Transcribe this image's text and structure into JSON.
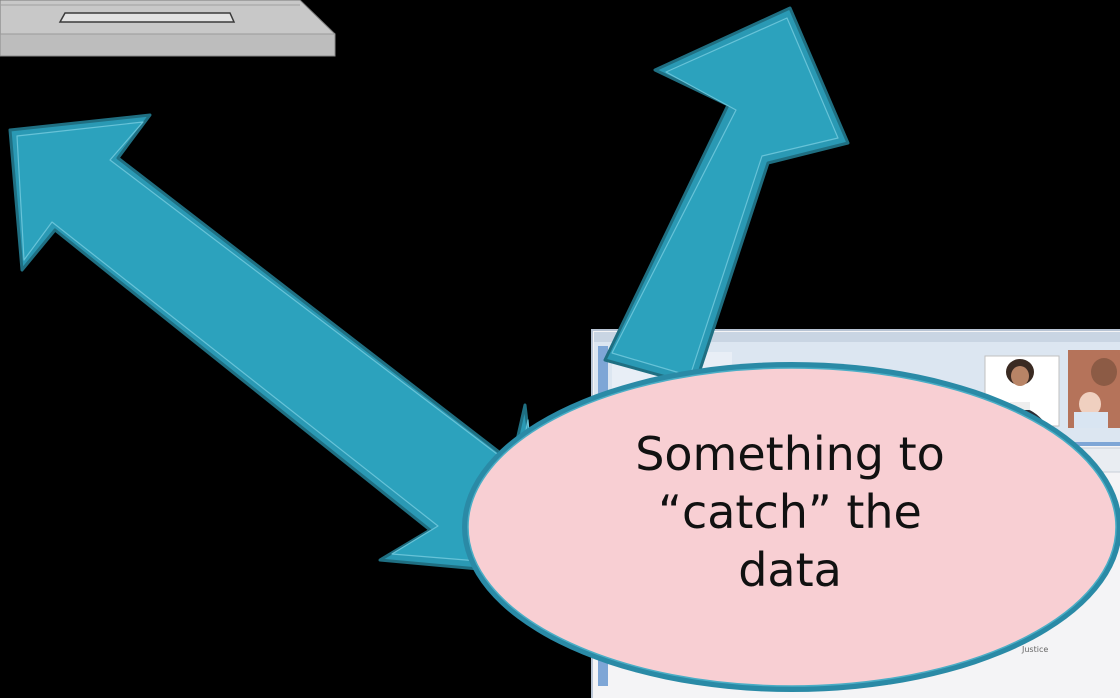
{
  "colors": {
    "background": "#000000",
    "arrow_fill": "#2ca2bd",
    "arrow_stroke": "#1b6f84",
    "bubble_fill": "#f8cfd3",
    "bubble_stroke": "#2a8aa6",
    "device_fill": "#c4c4c4",
    "window_panel": "#f4f4f6",
    "window_header": "#dce6f1"
  },
  "icons": {
    "device": "computer-device-icon",
    "website": "website-screenshot-thumbnail"
  },
  "callout": {
    "line1": "Something to",
    "line2": "“catch” the",
    "line3": "data"
  },
  "website_thumbnail": {
    "footer_fragment": "Justice"
  }
}
